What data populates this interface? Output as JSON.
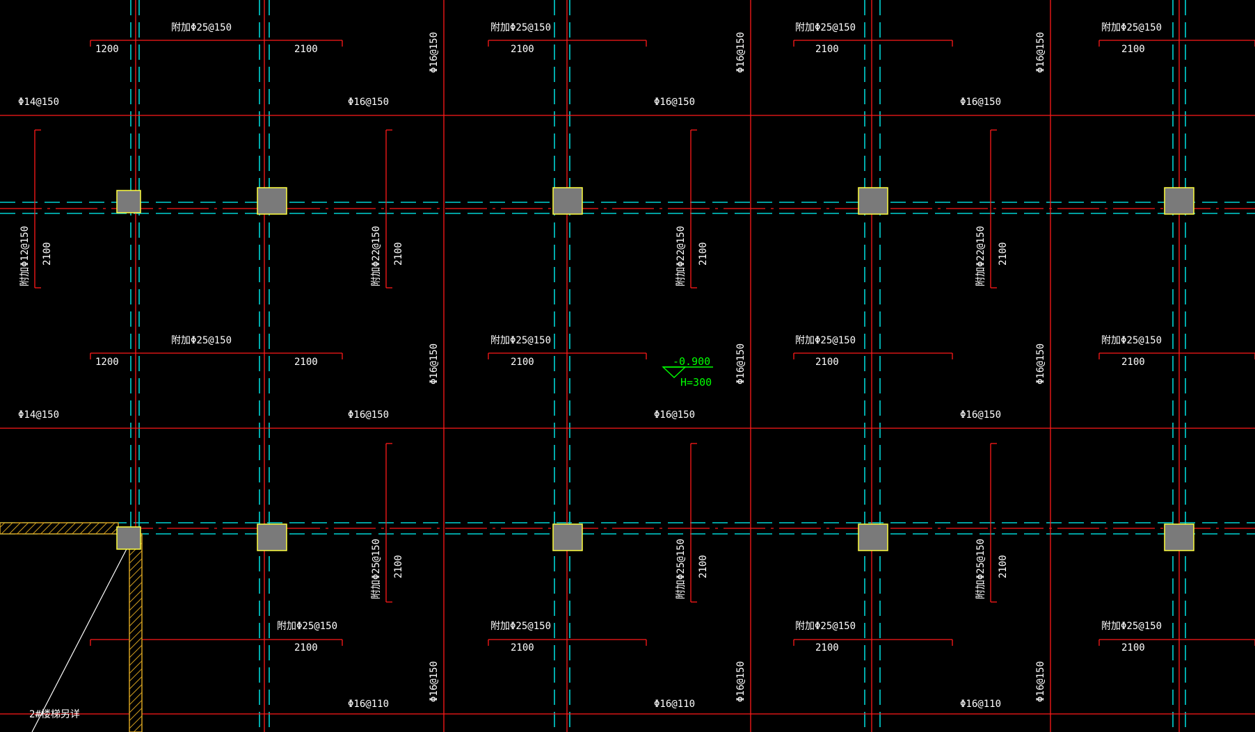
{
  "colors": {
    "background": "#000000",
    "rebar": "#ff1a1a",
    "axis": "#00d4d4",
    "column_fill": "#7a7a7a",
    "column_edge": "#ffff40",
    "text": "#ffffff",
    "elevation": "#00ff00",
    "wall": "#d4a020",
    "leader": "#ffffff"
  },
  "labels": {
    "add_25": "附加Φ25@150",
    "add_22": "附加Φ22@150",
    "add_12": "附加Φ12@150",
    "len_1200": "1200",
    "len_2100": "2100",
    "bar_14": "Φ14@150",
    "bar_16_150": "Φ16@150",
    "bar_16_110": "Φ16@110",
    "elev_value": "-0.900",
    "elev_h": "H=300",
    "note": "2#楼梯另详"
  },
  "icons": {
    "elevation_marker": "triangle-elevation-icon",
    "column": "square-column-icon"
  }
}
